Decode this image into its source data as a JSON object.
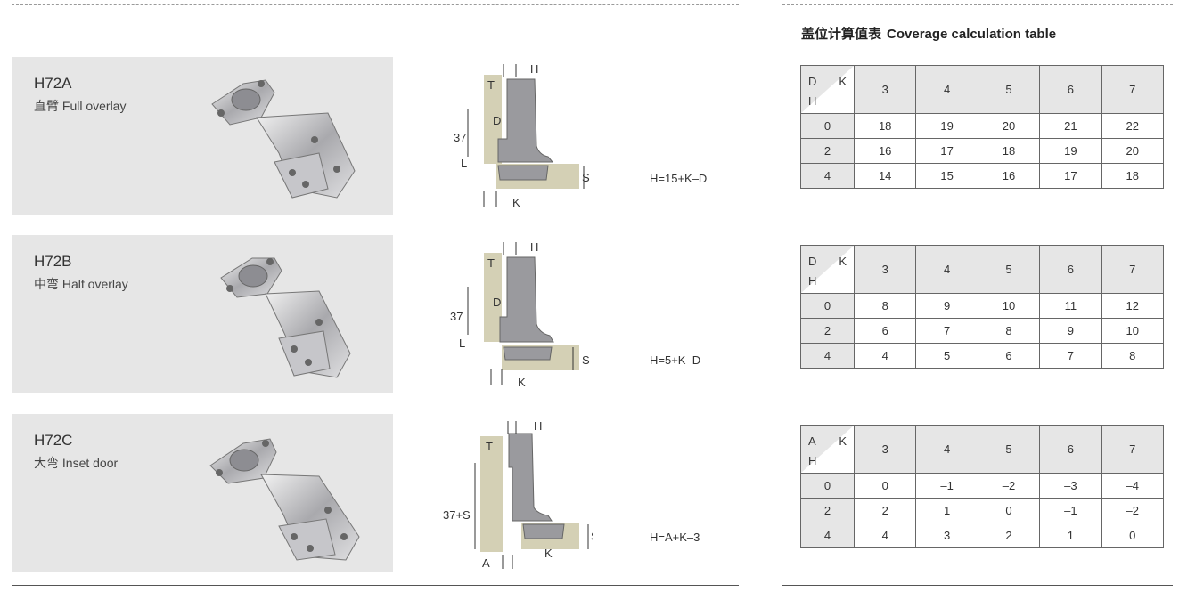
{
  "hinges": [
    {
      "model": "H72A",
      "type": "直臂 Full overlay",
      "formula": "H=15+K–D",
      "side_label": "37"
    },
    {
      "model": "H72B",
      "type": "中弯 Half overlay",
      "formula": "H=5+K–D",
      "side_label": "37"
    },
    {
      "model": "H72C",
      "type": "大弯 Inset door",
      "formula": "H=A+K–3",
      "side_label": "37+S"
    }
  ],
  "diagram_labels": {
    "h": "H",
    "t": "T",
    "d": "D",
    "l": "L",
    "s": "S",
    "k": "K",
    "a": "A"
  },
  "coverage": {
    "title_cn": "盖位计算值表",
    "title_en": "Coverage calculation table",
    "tables": [
      {
        "corner": {
          "top_left": "D",
          "top_right": "K",
          "bottom": "H"
        },
        "columns": [
          "3",
          "4",
          "5",
          "6",
          "7"
        ],
        "rows": [
          {
            "h": "0",
            "values": [
              "18",
              "19",
              "20",
              "21",
              "22"
            ]
          },
          {
            "h": "2",
            "values": [
              "16",
              "17",
              "18",
              "19",
              "20"
            ]
          },
          {
            "h": "4",
            "values": [
              "14",
              "15",
              "16",
              "17",
              "18"
            ]
          }
        ]
      },
      {
        "corner": {
          "top_left": "D",
          "top_right": "K",
          "bottom": "H"
        },
        "columns": [
          "3",
          "4",
          "5",
          "6",
          "7"
        ],
        "rows": [
          {
            "h": "0",
            "values": [
              "8",
              "9",
              "10",
              "11",
              "12"
            ]
          },
          {
            "h": "2",
            "values": [
              "6",
              "7",
              "8",
              "9",
              "10"
            ]
          },
          {
            "h": "4",
            "values": [
              "4",
              "5",
              "6",
              "7",
              "8"
            ]
          }
        ]
      },
      {
        "corner": {
          "top_left": "A",
          "top_right": "K",
          "bottom": "H"
        },
        "columns": [
          "3",
          "4",
          "5",
          "6",
          "7"
        ],
        "rows": [
          {
            "h": "0",
            "values": [
              "0",
              "–1",
              "–2",
              "–3",
              "–4"
            ]
          },
          {
            "h": "2",
            "values": [
              "2",
              "1",
              "0",
              "–1",
              "–2"
            ]
          },
          {
            "h": "4",
            "values": [
              "4",
              "3",
              "2",
              "1",
              "0"
            ]
          }
        ]
      }
    ]
  },
  "colors": {
    "panel_bg": "#e6e6e6",
    "diagram_tan": "#d4d0b5",
    "hinge_gray": "#9a9a9e"
  }
}
